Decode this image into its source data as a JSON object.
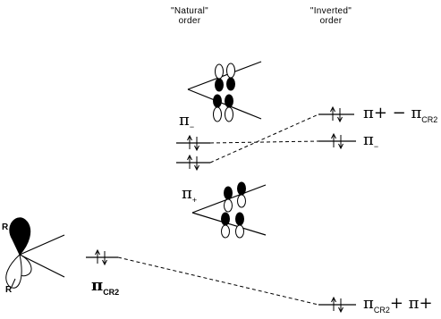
{
  "headers": {
    "natural": [
      "\"Natural\"",
      "order"
    ],
    "inverted": [
      "\"Inverted\"",
      "order"
    ]
  },
  "labels": {
    "pi_minus_left": {
      "sym": "π",
      "sub": "−"
    },
    "pi_plus_left": {
      "sym": "π",
      "sub": "+"
    },
    "pi_cr2_left": {
      "sym": "π",
      "sub": "CR2"
    },
    "inv_top": {
      "text": "π+ − π",
      "sub": "CR2"
    },
    "inv_mid": {
      "sym": "π",
      "sub": "−"
    },
    "inv_bottom": {
      "text": "π",
      "sub": "CR2",
      "tail": "+ π+"
    }
  },
  "substituent_letters": [
    "R",
    "R"
  ]
}
